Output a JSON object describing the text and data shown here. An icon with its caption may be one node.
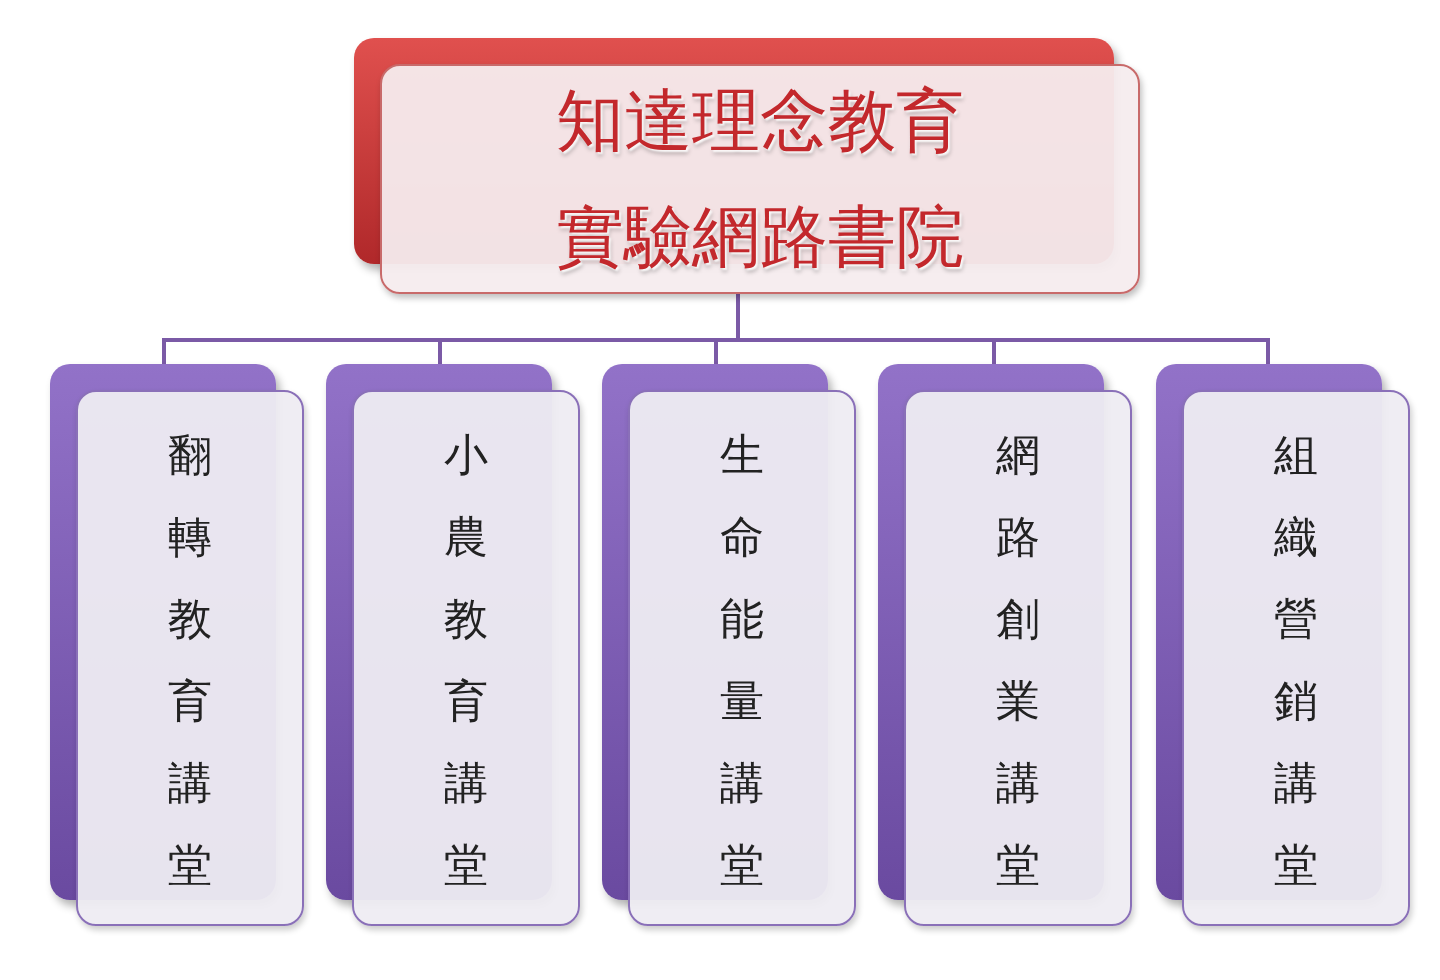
{
  "diagram": {
    "nodes": [
      {
        "text": [
          "知達理念教育實驗網路書院"
        ]
      },
      {
        "text": [
          "翻轉教育講堂"
        ]
      },
      {
        "text": [
          "小農教育講堂"
        ]
      },
      {
        "text": [
          "生命能量講堂"
        ]
      },
      {
        "text": [
          "網路創業講堂"
        ]
      },
      {
        "text": [
          "組織營銷講堂"
        ]
      }
    ],
    "edges": [
      {
        "from": 0,
        "to": 1,
        "arrow": "none"
      },
      {
        "from": 0,
        "to": 2,
        "arrow": "none"
      },
      {
        "from": 0,
        "to": 3,
        "arrow": "none"
      },
      {
        "from": 0,
        "to": 4,
        "arrow": "none"
      },
      {
        "from": 0,
        "to": 5,
        "arrow": "none"
      }
    ]
  }
}
